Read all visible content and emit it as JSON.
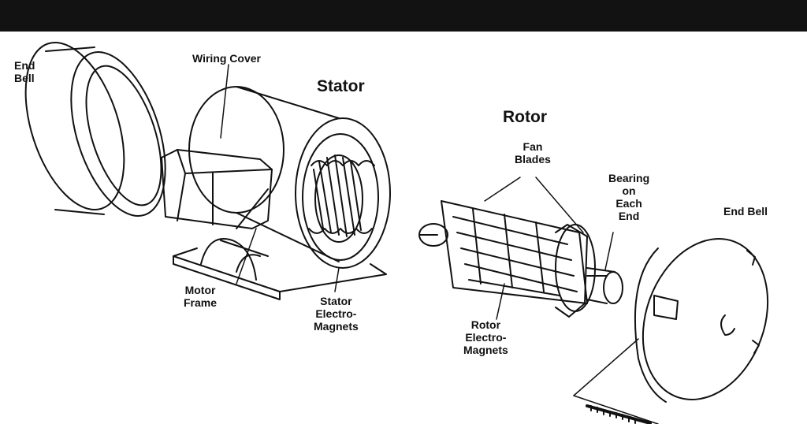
{
  "labels": {
    "end_bell_left": "End\nBell",
    "wiring_cover": "Wiring Cover",
    "stator": "Stator",
    "rotor": "Rotor",
    "fan_blades": "Fan\nBlades",
    "bearing": "Bearing\non\nEach\nEnd",
    "end_bell_right": "End Bell",
    "motor_frame": "Motor\nFrame",
    "stator_electromagnets": "Stator\nElectro-\nMagnets",
    "rotor_electromagnets": "Rotor\nElectro-\nMagnets"
  },
  "colors": {
    "ink": "#111111",
    "topbar": "#121212",
    "paper": "#ffffff"
  }
}
